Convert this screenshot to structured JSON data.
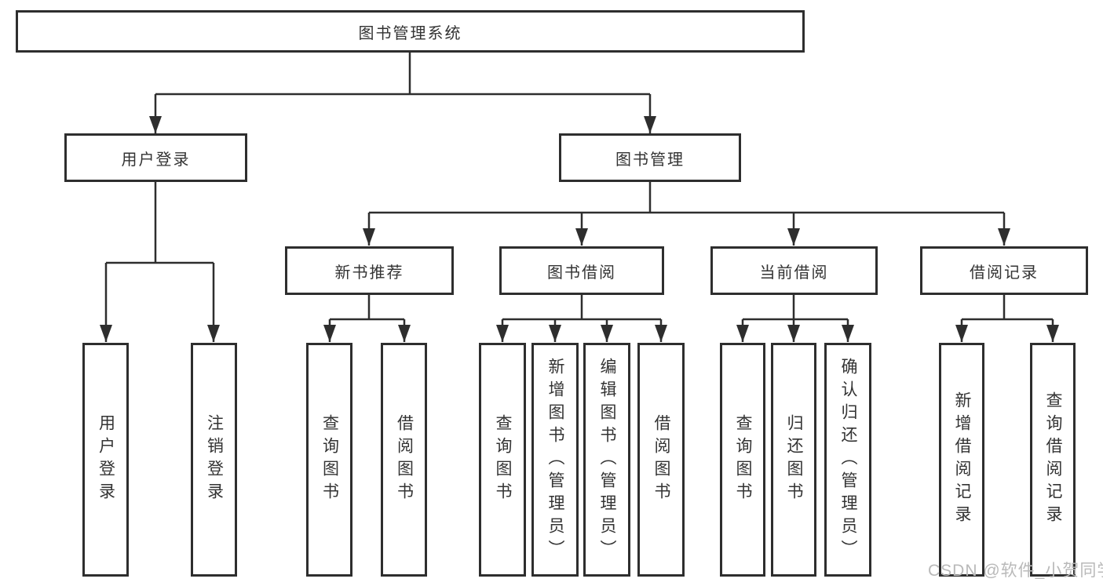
{
  "colors": {
    "bg": "#ffffff",
    "line": "#2e2e2e",
    "border": "#2e2e2e",
    "text": "#333333",
    "watermark": "#b9b9b9"
  },
  "watermark": "CSDN @软件_小贺同学",
  "diagram": {
    "type": "hierarchy-tree",
    "root": {
      "label": "图书管理系统",
      "children": [
        {
          "label": "用户登录",
          "children": [
            {
              "label": "用户登录"
            },
            {
              "label": "注销登录"
            }
          ]
        },
        {
          "label": "图书管理",
          "children": [
            {
              "label": "新书推荐",
              "children": [
                {
                  "label": "查询图书"
                },
                {
                  "label": "借阅图书"
                }
              ]
            },
            {
              "label": "图书借阅",
              "children": [
                {
                  "label": "查询图书"
                },
                {
                  "label": "新增图书（管理员）"
                },
                {
                  "label": "编辑图书（管理员）"
                },
                {
                  "label": "借阅图书"
                }
              ]
            },
            {
              "label": "当前借阅",
              "children": [
                {
                  "label": "查询图书"
                },
                {
                  "label": "归还图书"
                },
                {
                  "label": "确认归还（管理员）"
                }
              ]
            },
            {
              "label": "借阅记录",
              "children": [
                {
                  "label": "新增借阅记录"
                },
                {
                  "label": "查询借阅记录"
                }
              ]
            }
          ]
        }
      ]
    }
  }
}
